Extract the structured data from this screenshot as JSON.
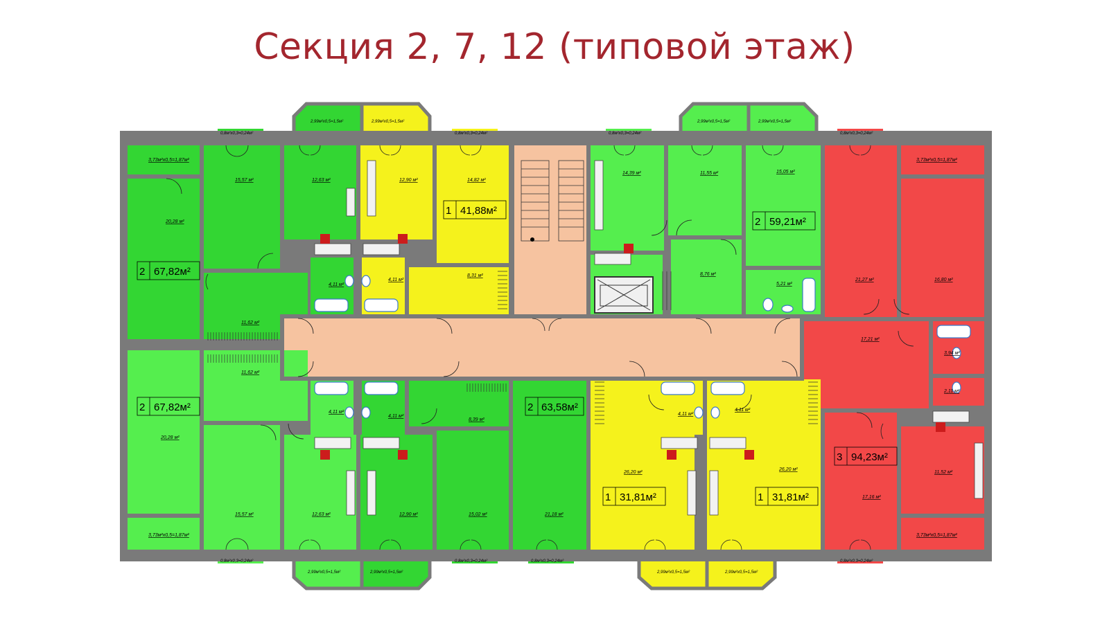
{
  "title": "Секция 2, 7, 12 (типовой этаж)",
  "colors": {
    "green_dark": "#33d633",
    "green_light": "#55ee4e",
    "yellow": "#f5f21c",
    "red": "#f24848",
    "corridor": "#f6c3a0",
    "stair": "#f6c3a0",
    "wall": "#7a7a7a",
    "title": "#a3262e"
  },
  "apartments": [
    {
      "rooms": "2",
      "area": "67,82м²"
    },
    {
      "rooms": "1",
      "area": "41,88м²"
    },
    {
      "rooms": "2",
      "area": "59,21м²"
    },
    {
      "rooms": "2",
      "area": "67,82м²"
    },
    {
      "rooms": "2",
      "area": "63,58м²"
    },
    {
      "rooms": "1",
      "area": "31,81м²"
    },
    {
      "rooms": "1",
      "area": "31,81м²"
    },
    {
      "rooms": "3",
      "area": "94,23м²"
    }
  ],
  "rooms": [
    "3,73м²х0,5=1,87м²",
    "20,28 м²",
    "15,57 м²",
    "12,63 м²",
    "12,90 м²",
    "14,82 м²",
    "4,11 м²",
    "4,11 м²",
    "8,31 м²",
    "11,62 м²",
    "14,39 м²",
    "11,55 м²",
    "15,05 м²",
    "8,76 м²",
    "5,21 м²",
    "3,73м²х0,5=1,87м²",
    "21,27 м²",
    "16,80 м²",
    "17,21 м²",
    "3,94 м²",
    "2,11 м²",
    "11,62 м²",
    "20,28 м²",
    "4,11 м²",
    "4,11 м²",
    "8,39 м²",
    "12,63 м²",
    "12,90 м²",
    "15,57 м²",
    "15,02 м²",
    "21,18 м²",
    "3,73м²х0,5=1,87м²",
    "4,11 м²",
    "4,11 м²",
    "26,20 м²",
    "26,20 м²",
    "17,16 м²",
    "11,52 м²",
    "3,73м²х0,5=1,87м²"
  ],
  "balconies": [
    "0,8м²х0,3=0,24м²",
    "2,99м²х0,5=1,5м²",
    "2,99м²х0,5=1,5м²",
    "0,8м²х0,3=0,24м²",
    "0,8м²х0,3=0,24м²",
    "2,99м²х0,5=1,5м²",
    "2,99м²х0,5=1,5м²",
    "0,8м²х0,3=0,24м²",
    "0,8м²х0,3=0,24м²",
    "2,99м²х0,5=1,5м²",
    "2,99м²х0,5=1,5м²",
    "0,8м²х0,3=0,24м²",
    "0,8м²х0,3=0,24м²",
    "2,99м²х0,5=1,5м²",
    "2,99м²х0,5=1,5м²",
    "0,8м²х0,3=0,24м²"
  ]
}
